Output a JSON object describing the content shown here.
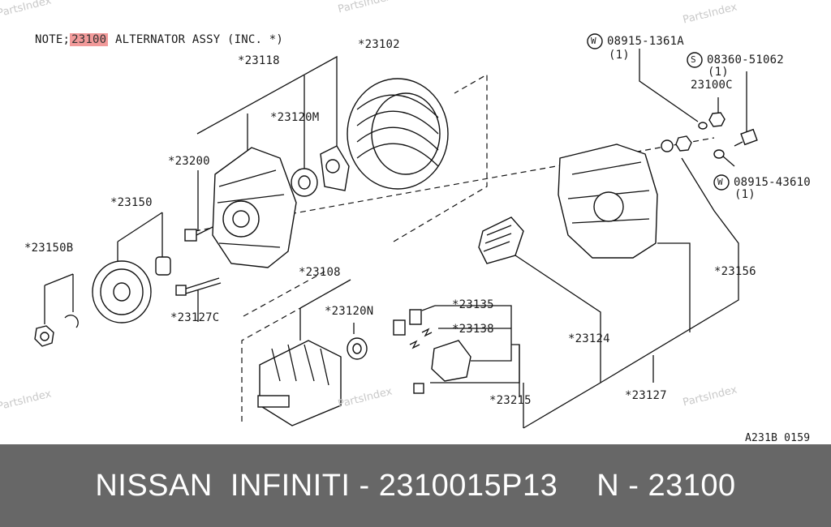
{
  "watermark": "PartsIndex",
  "note": {
    "prefix": "NOTE;",
    "code": "23100",
    "suffix": "ALTERNATOR ASSY (INC. *)"
  },
  "diagram_id": "A231B 0159",
  "labels": {
    "p23118": "*23118",
    "p23102": "*23102",
    "p23120m": "*23120M",
    "p23200": "*23200",
    "p23150": "*23150",
    "p23150b": "*23150B",
    "p23127c": "*23127C",
    "p23108": "*23108",
    "p23120n": "*23120N",
    "p23135": "*23135",
    "p23138": "*23138",
    "p23215": "*23215",
    "p23124": "*23124",
    "p23127": "*23127",
    "p23156": "*23156",
    "p23100c": "23100C",
    "p08915_1361a": "08915-1361A",
    "p08360_51062": "08360-51062",
    "p08915_43610": "08915-43610",
    "qty1": "(1)",
    "qty2": "(1)",
    "qty3": "(1)",
    "w1": "W",
    "s1": "S",
    "w2": "W"
  },
  "footer": {
    "brand": "NISSAN  INFINITI - 2310015P13",
    "ref": "N - 23100"
  }
}
